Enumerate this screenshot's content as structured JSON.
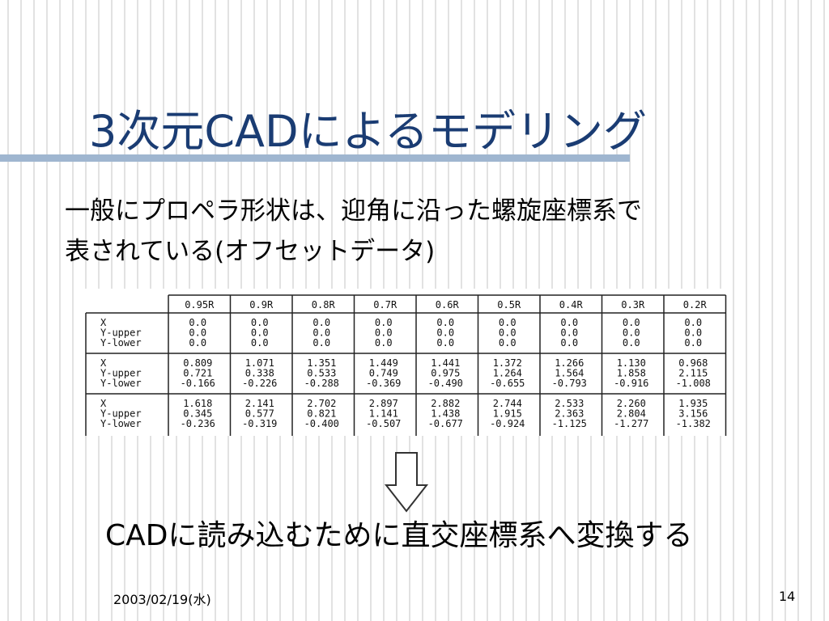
{
  "slide": {
    "title": "3次元CADによるモデリング",
    "body_line1": "一般にプロペラ形状は、迎角に沿った螺旋座標系で",
    "body_line2": "表されている(オフセットデータ)",
    "conclusion": "CADに読み込むために直交座標系へ変換する",
    "footer_date": "2003/02/19(水)",
    "footer_page": "14"
  },
  "table": {
    "columns": [
      "0.95R",
      "0.9R",
      "0.8R",
      "0.7R",
      "0.6R",
      "0.5R",
      "0.4R",
      "0.3R",
      "0.2R"
    ],
    "row_labels": [
      "X",
      "Y-upper",
      "Y-lower"
    ],
    "groups": [
      [
        [
          "0.0",
          "0.0",
          "0.0"
        ],
        [
          "0.0",
          "0.0",
          "0.0"
        ],
        [
          "0.0",
          "0.0",
          "0.0"
        ],
        [
          "0.0",
          "0.0",
          "0.0"
        ],
        [
          "0.0",
          "0.0",
          "0.0"
        ],
        [
          "0.0",
          "0.0",
          "0.0"
        ],
        [
          "0.0",
          "0.0",
          "0.0"
        ],
        [
          "0.0",
          "0.0",
          "0.0"
        ],
        [
          "0.0",
          "0.0",
          "0.0"
        ]
      ],
      [
        [
          "0.809",
          "0.721",
          "-0.166"
        ],
        [
          "1.071",
          "0.338",
          "-0.226"
        ],
        [
          "1.351",
          "0.533",
          "-0.288"
        ],
        [
          "1.449",
          "0.749",
          "-0.369"
        ],
        [
          "1.441",
          "0.975",
          "-0.490"
        ],
        [
          "1.372",
          "1.264",
          "-0.655"
        ],
        [
          "1.266",
          "1.564",
          "-0.793"
        ],
        [
          "1.130",
          "1.858",
          "-0.916"
        ],
        [
          "0.968",
          "2.115",
          "-1.008"
        ]
      ],
      [
        [
          "1.618",
          "0.345",
          "-0.236"
        ],
        [
          "2.141",
          "0.577",
          "-0.319"
        ],
        [
          "2.702",
          "0.821",
          "-0.400"
        ],
        [
          "2.897",
          "1.141",
          "-0.507"
        ],
        [
          "2.882",
          "1.438",
          "-0.677"
        ],
        [
          "2.744",
          "1.915",
          "-0.924"
        ],
        [
          "2.533",
          "2.363",
          "-1.125"
        ],
        [
          "2.260",
          "2.804",
          "-1.277"
        ],
        [
          "1.935",
          "3.156",
          "-1.382"
        ]
      ]
    ]
  }
}
